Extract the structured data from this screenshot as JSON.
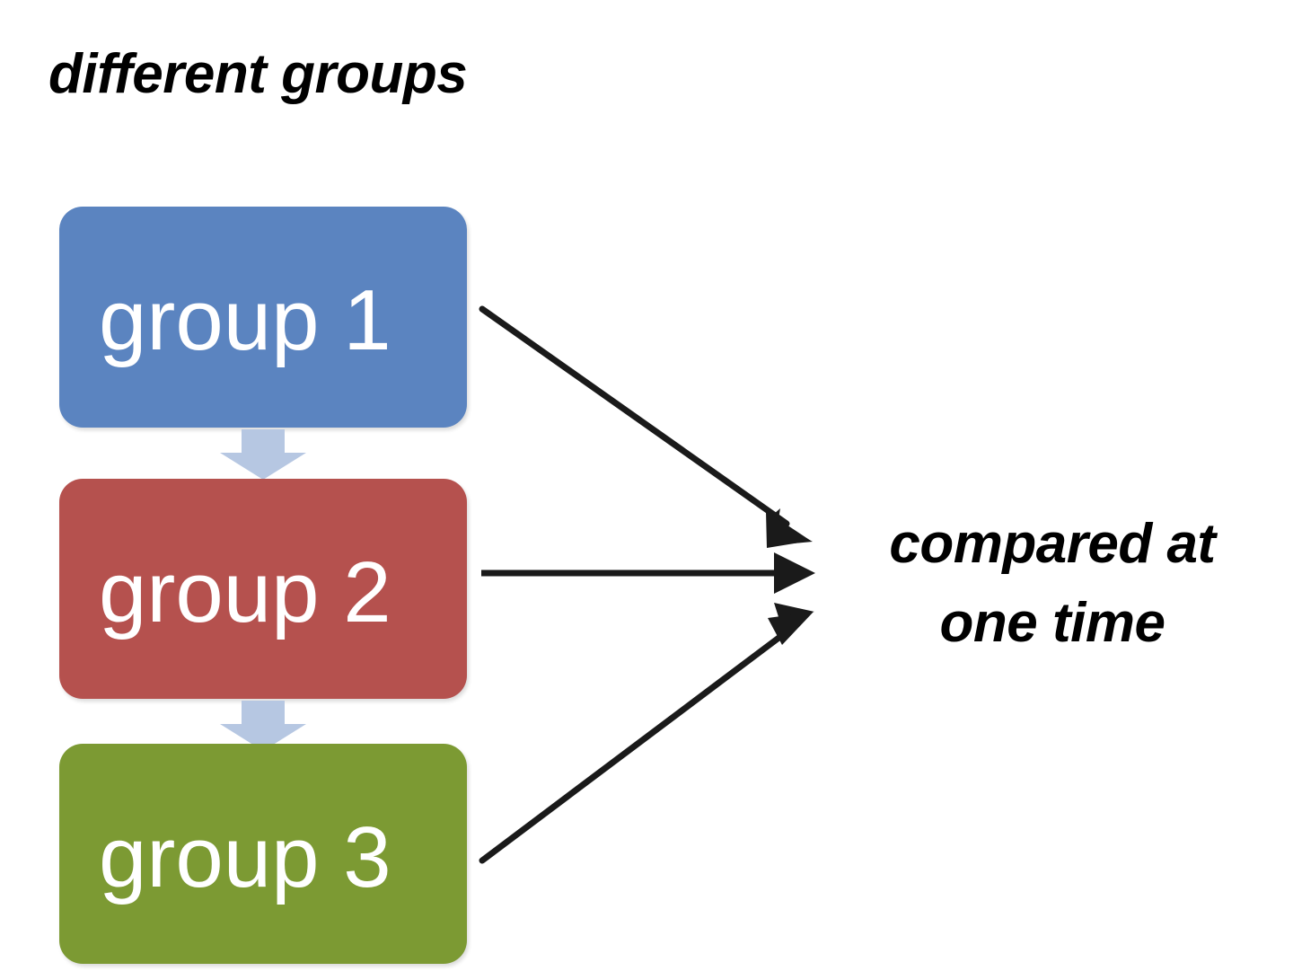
{
  "diagram": {
    "title": "different groups",
    "background_color": "#ffffff",
    "text_color": "#000000",
    "groups": [
      {
        "label": "group 1",
        "color": "#5b84c0",
        "text_color": "#ffffff"
      },
      {
        "label": "group 2",
        "color": "#b5514e",
        "text_color": "#ffffff"
      },
      {
        "label": "group 3",
        "color": "#7c9a33",
        "text_color": "#ffffff"
      }
    ],
    "connectors": [
      {
        "name": "down-chevron-group1-to-group2",
        "color": "#b6c7e2"
      },
      {
        "name": "down-chevron-group2-to-group3",
        "color": "#b6c7e2"
      }
    ],
    "arrows": [
      {
        "name": "arrow-group1-to-outcome",
        "from": "group 1",
        "to": "compared at one time",
        "color": "#1a1a1a"
      },
      {
        "name": "arrow-group2-to-outcome",
        "from": "group 2",
        "to": "compared at one time",
        "color": "#1a1a1a"
      },
      {
        "name": "arrow-group3-to-outcome",
        "from": "group 3",
        "to": "compared at one time",
        "color": "#1a1a1a"
      }
    ],
    "outcome": {
      "line1": "compared at",
      "line2": "one time"
    }
  }
}
